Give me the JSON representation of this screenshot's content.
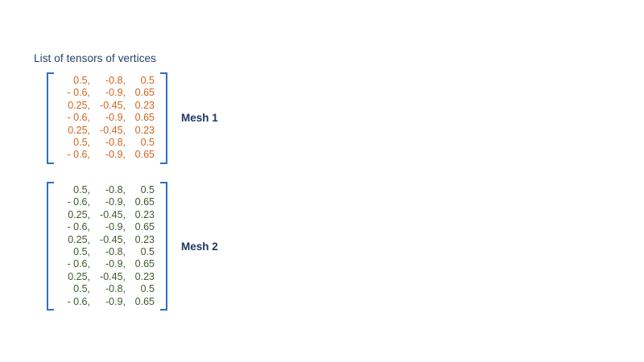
{
  "page": {
    "title": "List of tensors of vertices",
    "background": "#ffffff"
  },
  "colors": {
    "title_navy": "#21426b",
    "label_navy": "#1f3864",
    "bracket_blue": "#2e6fc4",
    "mesh1_orange": "#d2641f",
    "mesh2_green": "#3f5a2e"
  },
  "tensors": [
    {
      "label": "Mesh 1",
      "color": "#d2641f",
      "row_count": 7,
      "col_count": 3,
      "rows": [
        [
          "0.5,",
          "-0.8,",
          "0.5"
        ],
        [
          "- 0.6,",
          "-0.9,",
          "0.65"
        ],
        [
          "0.25,",
          "-0.45,",
          "0.23"
        ],
        [
          "- 0.6,",
          "-0.9,",
          "0.65"
        ],
        [
          "0.25,",
          "-0.45,",
          "0.23"
        ],
        [
          "0.5,",
          "-0.8,",
          "0.5"
        ],
        [
          "- 0.6,",
          "-0.9,",
          "0.65"
        ]
      ],
      "values": [
        [
          0.5,
          -0.8,
          0.5
        ],
        [
          -0.6,
          -0.9,
          0.65
        ],
        [
          0.25,
          -0.45,
          0.23
        ],
        [
          -0.6,
          -0.9,
          0.65
        ],
        [
          0.25,
          -0.45,
          0.23
        ],
        [
          0.5,
          -0.8,
          0.5
        ],
        [
          -0.6,
          -0.9,
          0.65
        ]
      ]
    },
    {
      "label": "Mesh 2",
      "color": "#3f5a2e",
      "row_count": 10,
      "col_count": 3,
      "rows": [
        [
          "0.5,",
          "-0.8,",
          "0.5"
        ],
        [
          "- 0.6,",
          "-0.9,",
          "0.65"
        ],
        [
          "0.25,",
          "-0.45,",
          "0.23"
        ],
        [
          "- 0.6,",
          "-0.9,",
          "0.65"
        ],
        [
          "0.25,",
          "-0.45,",
          "0.23"
        ],
        [
          "0.5,",
          "-0.8,",
          "0.5"
        ],
        [
          "- 0.6,",
          "-0.9,",
          "0.65"
        ],
        [
          "0.25,",
          "-0.45,",
          "0.23"
        ],
        [
          "0.5,",
          "-0.8,",
          "0.5"
        ],
        [
          "- 0.6,",
          "-0.9,",
          "0.65"
        ]
      ],
      "values": [
        [
          0.5,
          -0.8,
          0.5
        ],
        [
          -0.6,
          -0.9,
          0.65
        ],
        [
          0.25,
          -0.45,
          0.23
        ],
        [
          -0.6,
          -0.9,
          0.65
        ],
        [
          0.25,
          -0.45,
          0.23
        ],
        [
          0.5,
          -0.8,
          0.5
        ],
        [
          -0.6,
          -0.9,
          0.65
        ],
        [
          0.25,
          -0.45,
          0.23
        ],
        [
          0.5,
          -0.8,
          0.5
        ],
        [
          -0.6,
          -0.9,
          0.65
        ]
      ]
    }
  ]
}
